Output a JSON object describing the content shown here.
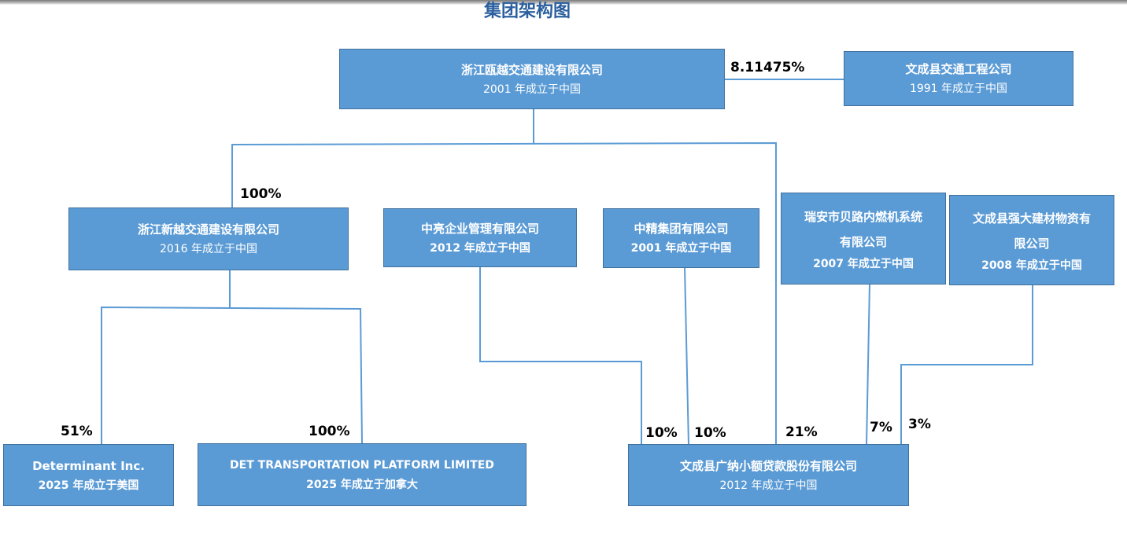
{
  "title": "集团架构图",
  "colors": {
    "box_fill": "#5b9bd5",
    "box_border": "#41719c",
    "line": "#5b9bd5",
    "title": "#2b5f9e"
  },
  "nodes": {
    "ouyue": {
      "name": "浙江瓯越交通建设有限公司",
      "sub": "2001 年成立于中国"
    },
    "wencheng_traffic": {
      "name": "文成县交通工程公司",
      "sub": "1991 年成立于中国"
    },
    "xinyue": {
      "name": "浙江新越交通建设有限公司",
      "sub": "2016 年成立于中国"
    },
    "zhongliang": {
      "name": "中亮企业管理有限公司",
      "sub": "2012 年成立于中国"
    },
    "zhongjing": {
      "name": "中精集团有限公司",
      "sub": "2001 年成立于中国"
    },
    "ruian_line1": "瑞安市贝路内燃机系统",
    "ruian_line2": "有限公司",
    "ruian_sub": "2007 年成立于中国",
    "qiangda_line1": "文成县强大建材物资有",
    "qiangda_line2": "限公司",
    "qiangda_sub": "2008 年成立于中国",
    "determinant": {
      "name": "Determinant Inc.",
      "sub": "2025 年成立于美国"
    },
    "det_platform": {
      "name": "DET TRANSPORTATION PLATFORM LIMITED",
      "sub": "2025 年成立于加拿大"
    },
    "guangna": {
      "name": "文成县广纳小额贷款股份有限公司",
      "sub": "2012 年成立于中国"
    }
  },
  "percentages": {
    "ouyue_to_traffic": "8.11475%",
    "ouyue_to_xinyue": "100%",
    "xinyue_to_determinant": "51%",
    "xinyue_to_det_platform": "100%",
    "zhongliang_to_guangna": "10%",
    "zhongjing_to_guangna": "10%",
    "ouyue_to_guangna": "21%",
    "ruian_to_guangna": "7%",
    "qiangda_to_guangna": "3%"
  }
}
